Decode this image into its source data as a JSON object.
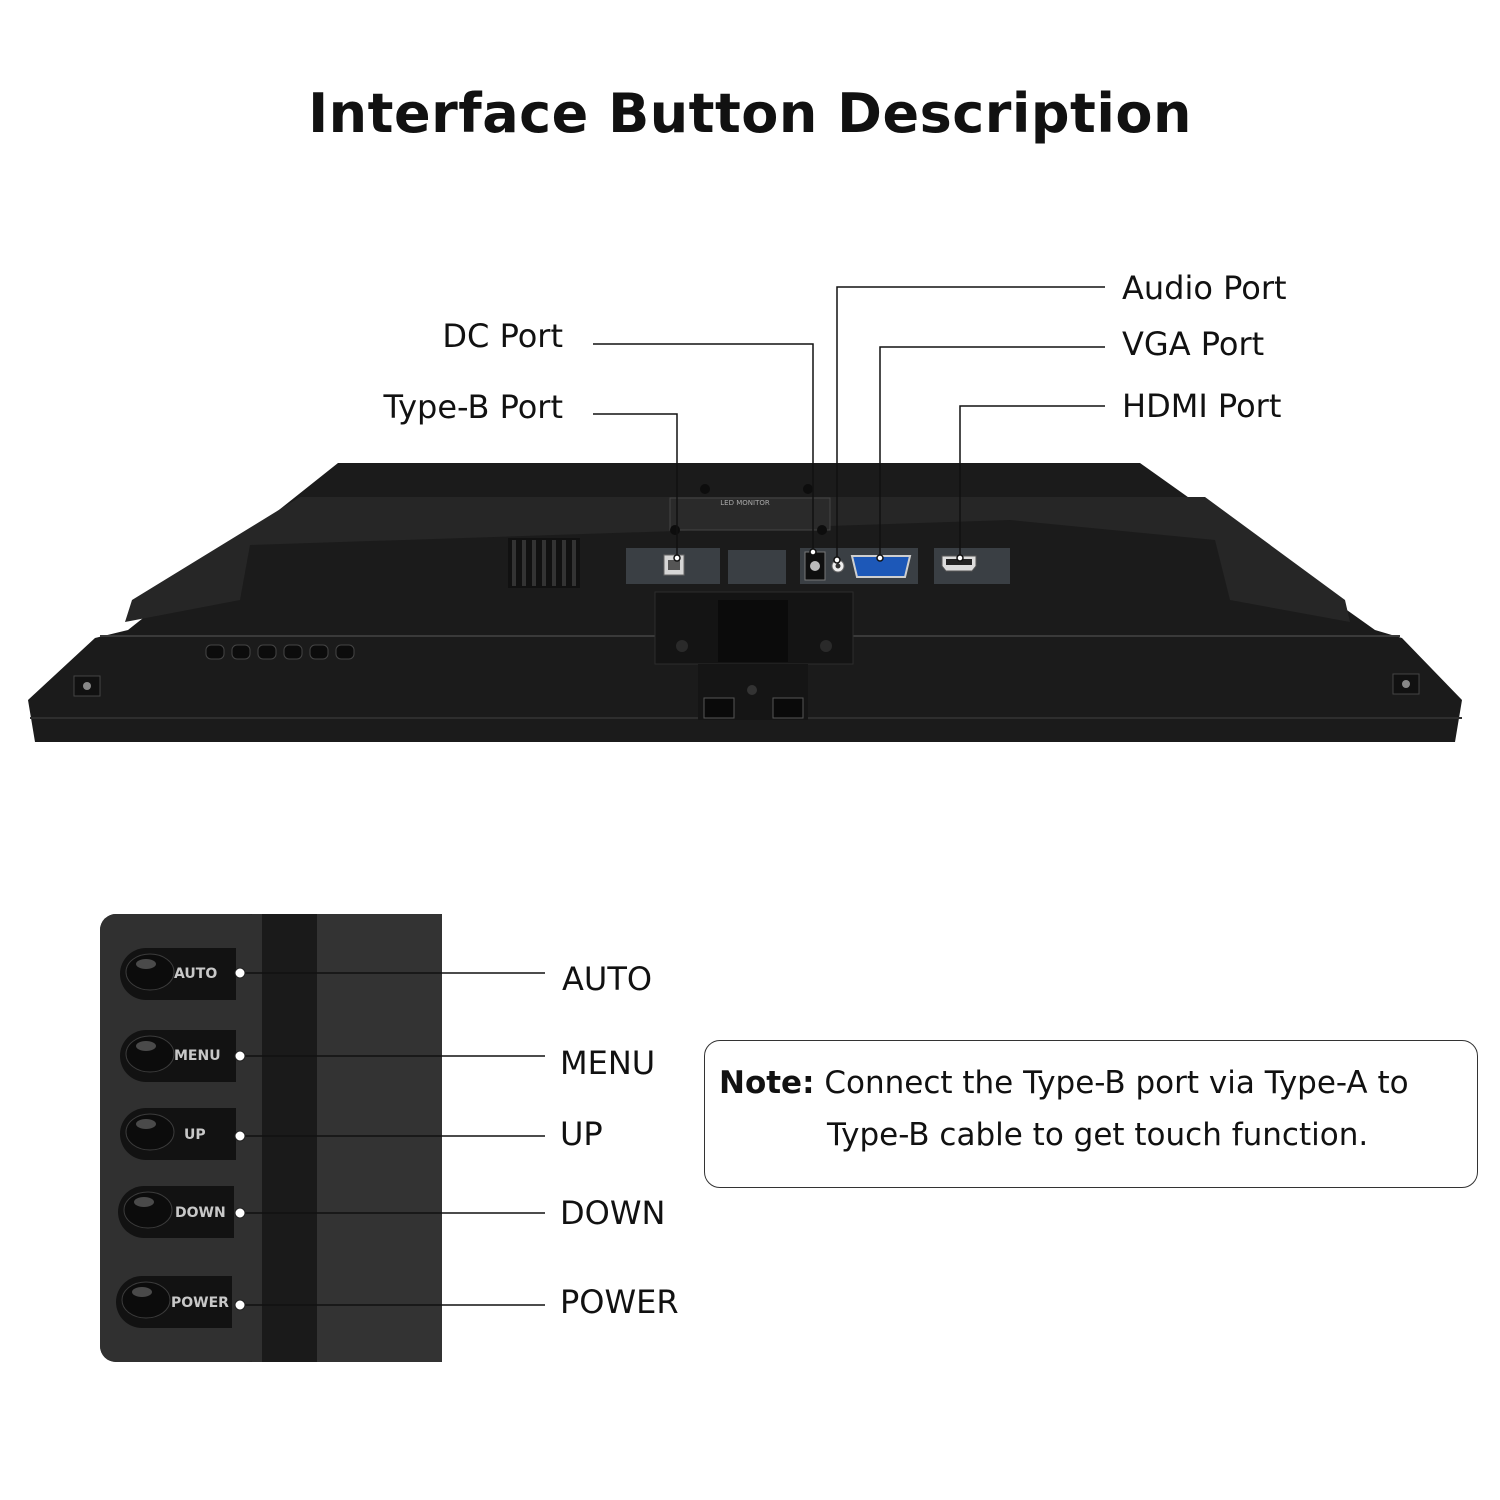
{
  "title": "Interface Button Description",
  "ports": {
    "audio": "Audio Port",
    "dc": "DC Port",
    "vga": "VGA Port",
    "typeb": "Type-B Port",
    "hdmi": "HDMI Port"
  },
  "buttons": {
    "auto": "AUTO",
    "menu": "MENU",
    "up": "UP",
    "down": "DOWN",
    "power": "POWER"
  },
  "monitor_label": "LED MONITOR",
  "note": {
    "prefix": "Note:",
    "line1": "Connect the Type-B port via Type-A to",
    "line2": "Type-B cable to get touch function."
  },
  "colors": {
    "body": "#1b1b1b",
    "panel": "#33373b",
    "text": "#111111"
  }
}
